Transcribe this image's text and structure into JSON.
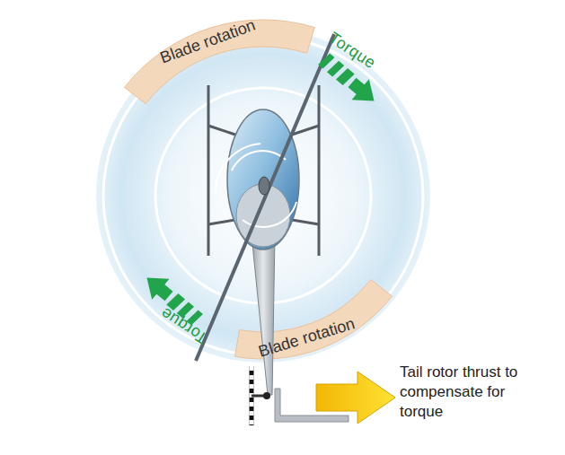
{
  "diagram": {
    "nodes": [
      {
        "text": [
          "Blade rotation"
        ]
      },
      {
        "text": [
          "Blade rotation"
        ]
      }
    ],
    "labels": [
      "Torque",
      "Torque",
      "Tail rotor thrust to compensate for torque"
    ]
  }
}
